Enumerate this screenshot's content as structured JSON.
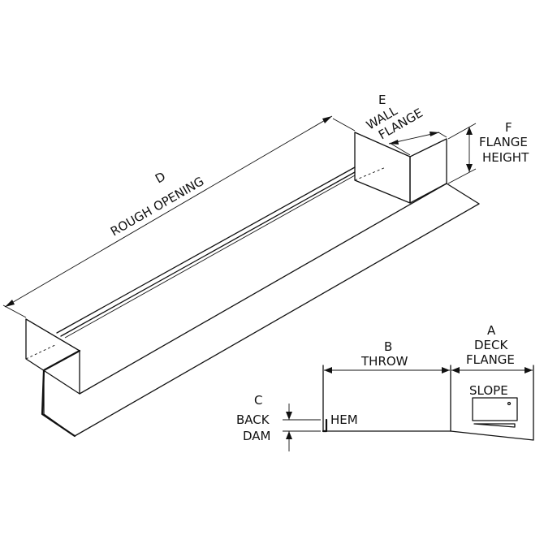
{
  "labels": {
    "a_letter": "A",
    "a_line1": "DECK",
    "a_line2": "FLANGE",
    "b_letter": "B",
    "b_line1": "THROW",
    "c_letter": "C",
    "c_line1": "BACK",
    "c_line2": "DAM",
    "d_letter": "D",
    "d_line1": "ROUGH OPENING",
    "e_letter": "E",
    "e_line1": "WALL",
    "e_line2": "FLANGE",
    "f_letter": "F",
    "f_line1": "FLANGE",
    "f_line2": "HEIGHT",
    "hem": "HEM",
    "slope": "SLOPE"
  },
  "colors": {
    "ink": "#111111",
    "background": "#ffffff"
  }
}
